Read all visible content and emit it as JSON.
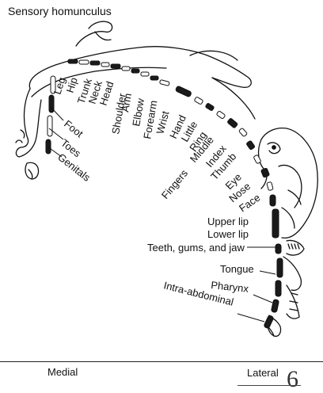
{
  "title": "Sensory homunculus",
  "labels": {
    "leg": "Leg",
    "hip": "Hip",
    "trunk": "Trunk",
    "neck": "Neck",
    "head": "Head",
    "shoulder": "Shoulder",
    "arm": "Arm",
    "elbow": "Elbow",
    "forearm": "Forearm",
    "wrist": "Wrist",
    "hand": "Hand",
    "little": "Little",
    "ring": "Ring",
    "middle": "Middle",
    "index": "Index",
    "thumb": "Thumb",
    "eye": "Eye",
    "nose": "Nose",
    "face": "Face",
    "fingers": "Fingers",
    "foot": "Foot",
    "toes": "Toes",
    "genitals": "Genitals",
    "upper_lip": "Upper lip",
    "lower_lip": "Lower lip",
    "teeth": "Teeth, gums, and jaw",
    "tongue": "Tongue",
    "pharynx": "Pharynx",
    "intra_abdominal": "Intra-abdominal"
  },
  "footer": {
    "medial": "Medial",
    "lateral": "Lateral",
    "page": "6"
  }
}
